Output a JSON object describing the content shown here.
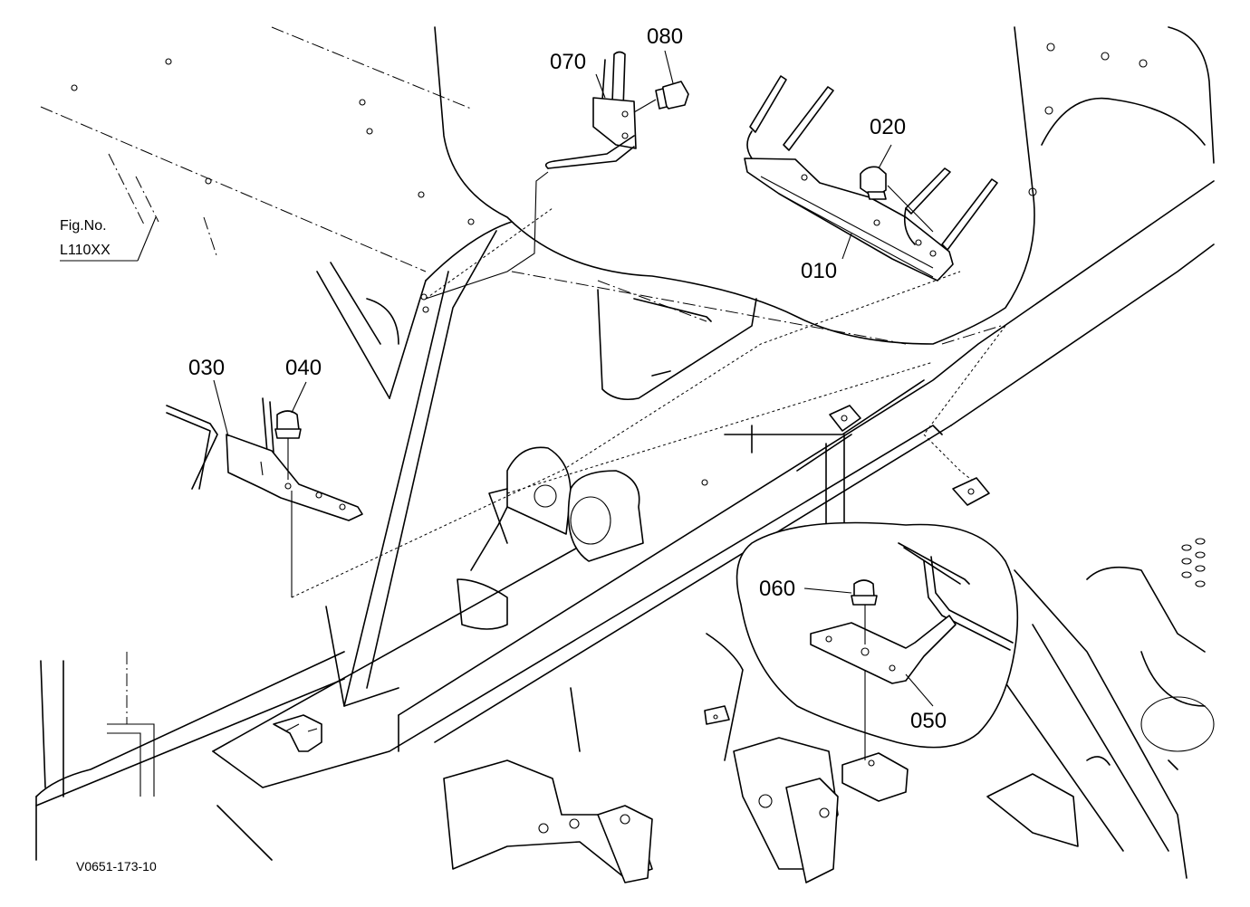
{
  "diagram": {
    "fig_ref": {
      "line1": "Fig.No.",
      "line2": "L110XX"
    },
    "drawing_code": "V0651-173-10",
    "callouts": {
      "p010": "010",
      "p020": "020",
      "p030": "030",
      "p040": "040",
      "p050": "050",
      "p060": "060",
      "p070": "070",
      "p080": "080"
    }
  }
}
